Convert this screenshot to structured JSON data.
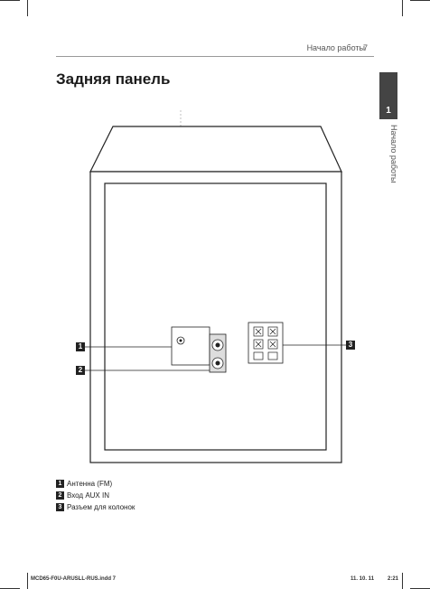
{
  "header": {
    "section": "Начало работы",
    "page_number": "7"
  },
  "title": "Задняя панель",
  "side_tab": {
    "number": "1",
    "label": "Начало работы"
  },
  "callouts": [
    "1",
    "2",
    "3"
  ],
  "legend": [
    {
      "num": "1",
      "text": "Антенна (FM)"
    },
    {
      "num": "2",
      "text": "Вход AUX IN"
    },
    {
      "num": "3",
      "text": "Разъем для колонок"
    }
  ],
  "footer": {
    "file": "MCD65-F0U-ARUSLL-RUS.indd   7",
    "date": "11. 10. 11",
    "time": "2:21"
  }
}
